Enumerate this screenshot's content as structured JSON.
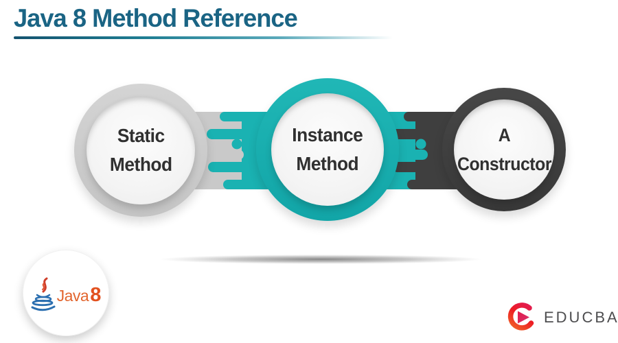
{
  "header": {
    "title": "Java 8 Method Reference",
    "title_color": "#1a6484",
    "underline_start_color": "#14536f",
    "underline_end_color": "#5aa9ba"
  },
  "diagram": {
    "type": "process-circles",
    "nodes": [
      {
        "id": "static-method",
        "lines": [
          "Static",
          "Method"
        ],
        "ring_color": "#c9c9c9"
      },
      {
        "id": "instance-method",
        "lines": [
          "Instance",
          "Method"
        ],
        "ring_color": "#1ab2b2"
      },
      {
        "id": "a-constructor",
        "lines": [
          "A",
          "Constructor"
        ],
        "ring_color": "#3f3f3f"
      }
    ],
    "colors": {
      "teal": "#1ab2b2",
      "gray": "#c9c9c9",
      "dark": "#3f3f3f",
      "label_text": "#303030",
      "inner_circle": "#f4f4f4"
    }
  },
  "footer": {
    "java_badge": {
      "brand": "Java",
      "version": "8",
      "brand_color": "#e2652e"
    },
    "educba": {
      "brand": "EDUCBA",
      "text_color": "#4d4d4f",
      "mark_colors": [
        "#e31b4c",
        "#f05a28"
      ]
    }
  }
}
